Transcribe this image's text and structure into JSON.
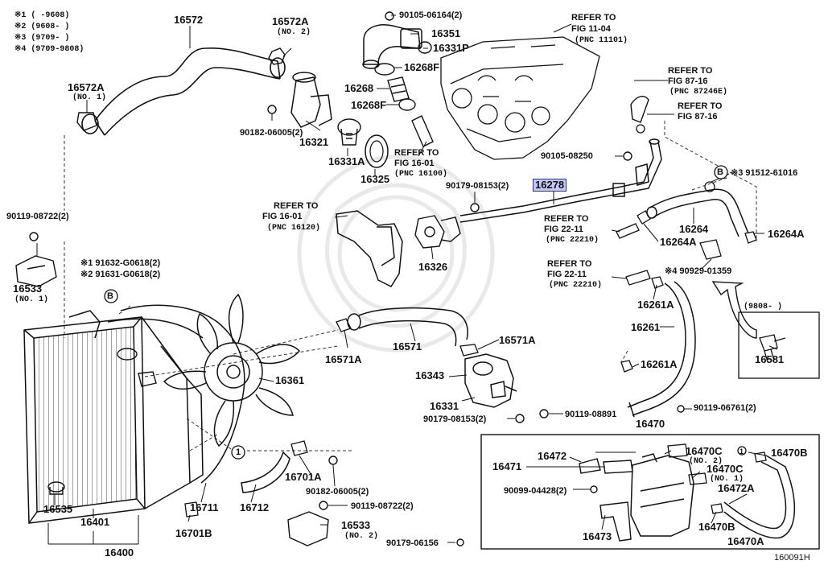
{
  "diagram": {
    "footnotes": [
      "※1 (     -9608)",
      "※2 (9608-      )",
      "※3 (9709-      )",
      "※4 (9709-9808)"
    ],
    "figure_id": "160091H",
    "markers": {
      "circle_b": "B",
      "circle_one": "1"
    },
    "parts": {
      "p16572": "16572",
      "p16572a_top": "16572A",
      "p16572a_top_note": "(NO. 2)",
      "p16572a_left": "16572A",
      "p16572a_left_note": "(NO. 1)",
      "p90105_06164": "90105-06164(2)",
      "p16351": "16351",
      "p16331p": "16331P",
      "p16268f_top": "16268F",
      "p16268": "16268",
      "p16268f_mid": "16268F",
      "p90182_06005_top": "90182-06005(2)",
      "p16321": "16321",
      "p16331a": "16331A",
      "p16325": "16325",
      "p90179_08153_top": "90179-08153(2)",
      "p16278": "16278",
      "p90105_08250": "90105-08250",
      "p91512_61016": "※3 91512-61016",
      "p16264": "16264",
      "p16264a_right": "16264A",
      "p16264a_mid": "16264A",
      "p90929_01359": "※4 90929-01359",
      "p16261a_top": "16261A",
      "p16261": "16261",
      "p16261a_bot": "16261A",
      "p16326": "16326",
      "p90119_08722_left": "90119-08722(2)",
      "p16533_left": "16533",
      "p16533_left_note": "(NO. 1)",
      "p91632": "※1 91632-G0618(2)",
      "p91631": "※2 91631-G0618(2)",
      "p16571a_left": "16571A",
      "p16571": "16571",
      "p16571a_right": "16571A",
      "p16343": "16343",
      "p16361": "16361",
      "p16331": "16331",
      "p90179_08153_bot": "90179-08153(2)",
      "p90119_08891": "90119-08891",
      "p90119_06761": "90119-06761(2)",
      "p16470": "16470",
      "p16472": "16472",
      "p16471": "16471",
      "p16470c_no2": "16470C",
      "p16470c_no2_note": "(NO. 2)",
      "p16470c_no1": "16470C",
      "p16470c_no1_note": "(NO. 1)",
      "p16470b_top": "16470B",
      "p16472a": "16472A",
      "p16470b_bot": "16470B",
      "p16470a": "16470A",
      "p90099_04428": "90099-04428(2)",
      "p16473": "16473",
      "p90179_06156": "90179-06156",
      "p16581": "16581",
      "p16581_range": "(9808-        )",
      "p16701a": "16701A",
      "p90182_06005_bot": "90182-06005(2)",
      "p90119_08722_bot": "90119-08722(2)",
      "p16533_bot": "16533",
      "p16533_bot_note": "(NO. 2)",
      "p16535": "16535",
      "p16401": "16401",
      "p16711": "16711",
      "p16712": "16712",
      "p16701b": "16701B",
      "p16400": "16400"
    },
    "refs": {
      "r_11_04": {
        "line1": "REFER TO",
        "line2": "FIG 11-04",
        "line3": "(PNC 11101)"
      },
      "r_87_16a": {
        "line1": "REFER TO",
        "line2": "FIG 87-16",
        "line3": "(PNC 87246E)"
      },
      "r_87_16b": {
        "line1": "REFER TO",
        "line2": "FIG 87-16"
      },
      "r_16_01a": {
        "line1": "REFER TO",
        "line2": "FIG 16-01",
        "line3": "(PNC 16100)"
      },
      "r_16_01b": {
        "line1": "REFER TO",
        "line2": "FIG 16-01",
        "line3": "(PNC 16120)"
      },
      "r_22_11a": {
        "line1": "REFER TO",
        "line2": "FIG 22-11",
        "line3": "(PNC 22210)"
      },
      "r_22_11b": {
        "line1": "REFER TO",
        "line2": "FIG 22-11",
        "line3": "(PNC 22210)"
      }
    },
    "colors": {
      "ink": "#111111",
      "highlight_fill": "#c5c9f3",
      "highlight_border": "#2b2f8f",
      "watermark": "#e9e9e9"
    }
  }
}
